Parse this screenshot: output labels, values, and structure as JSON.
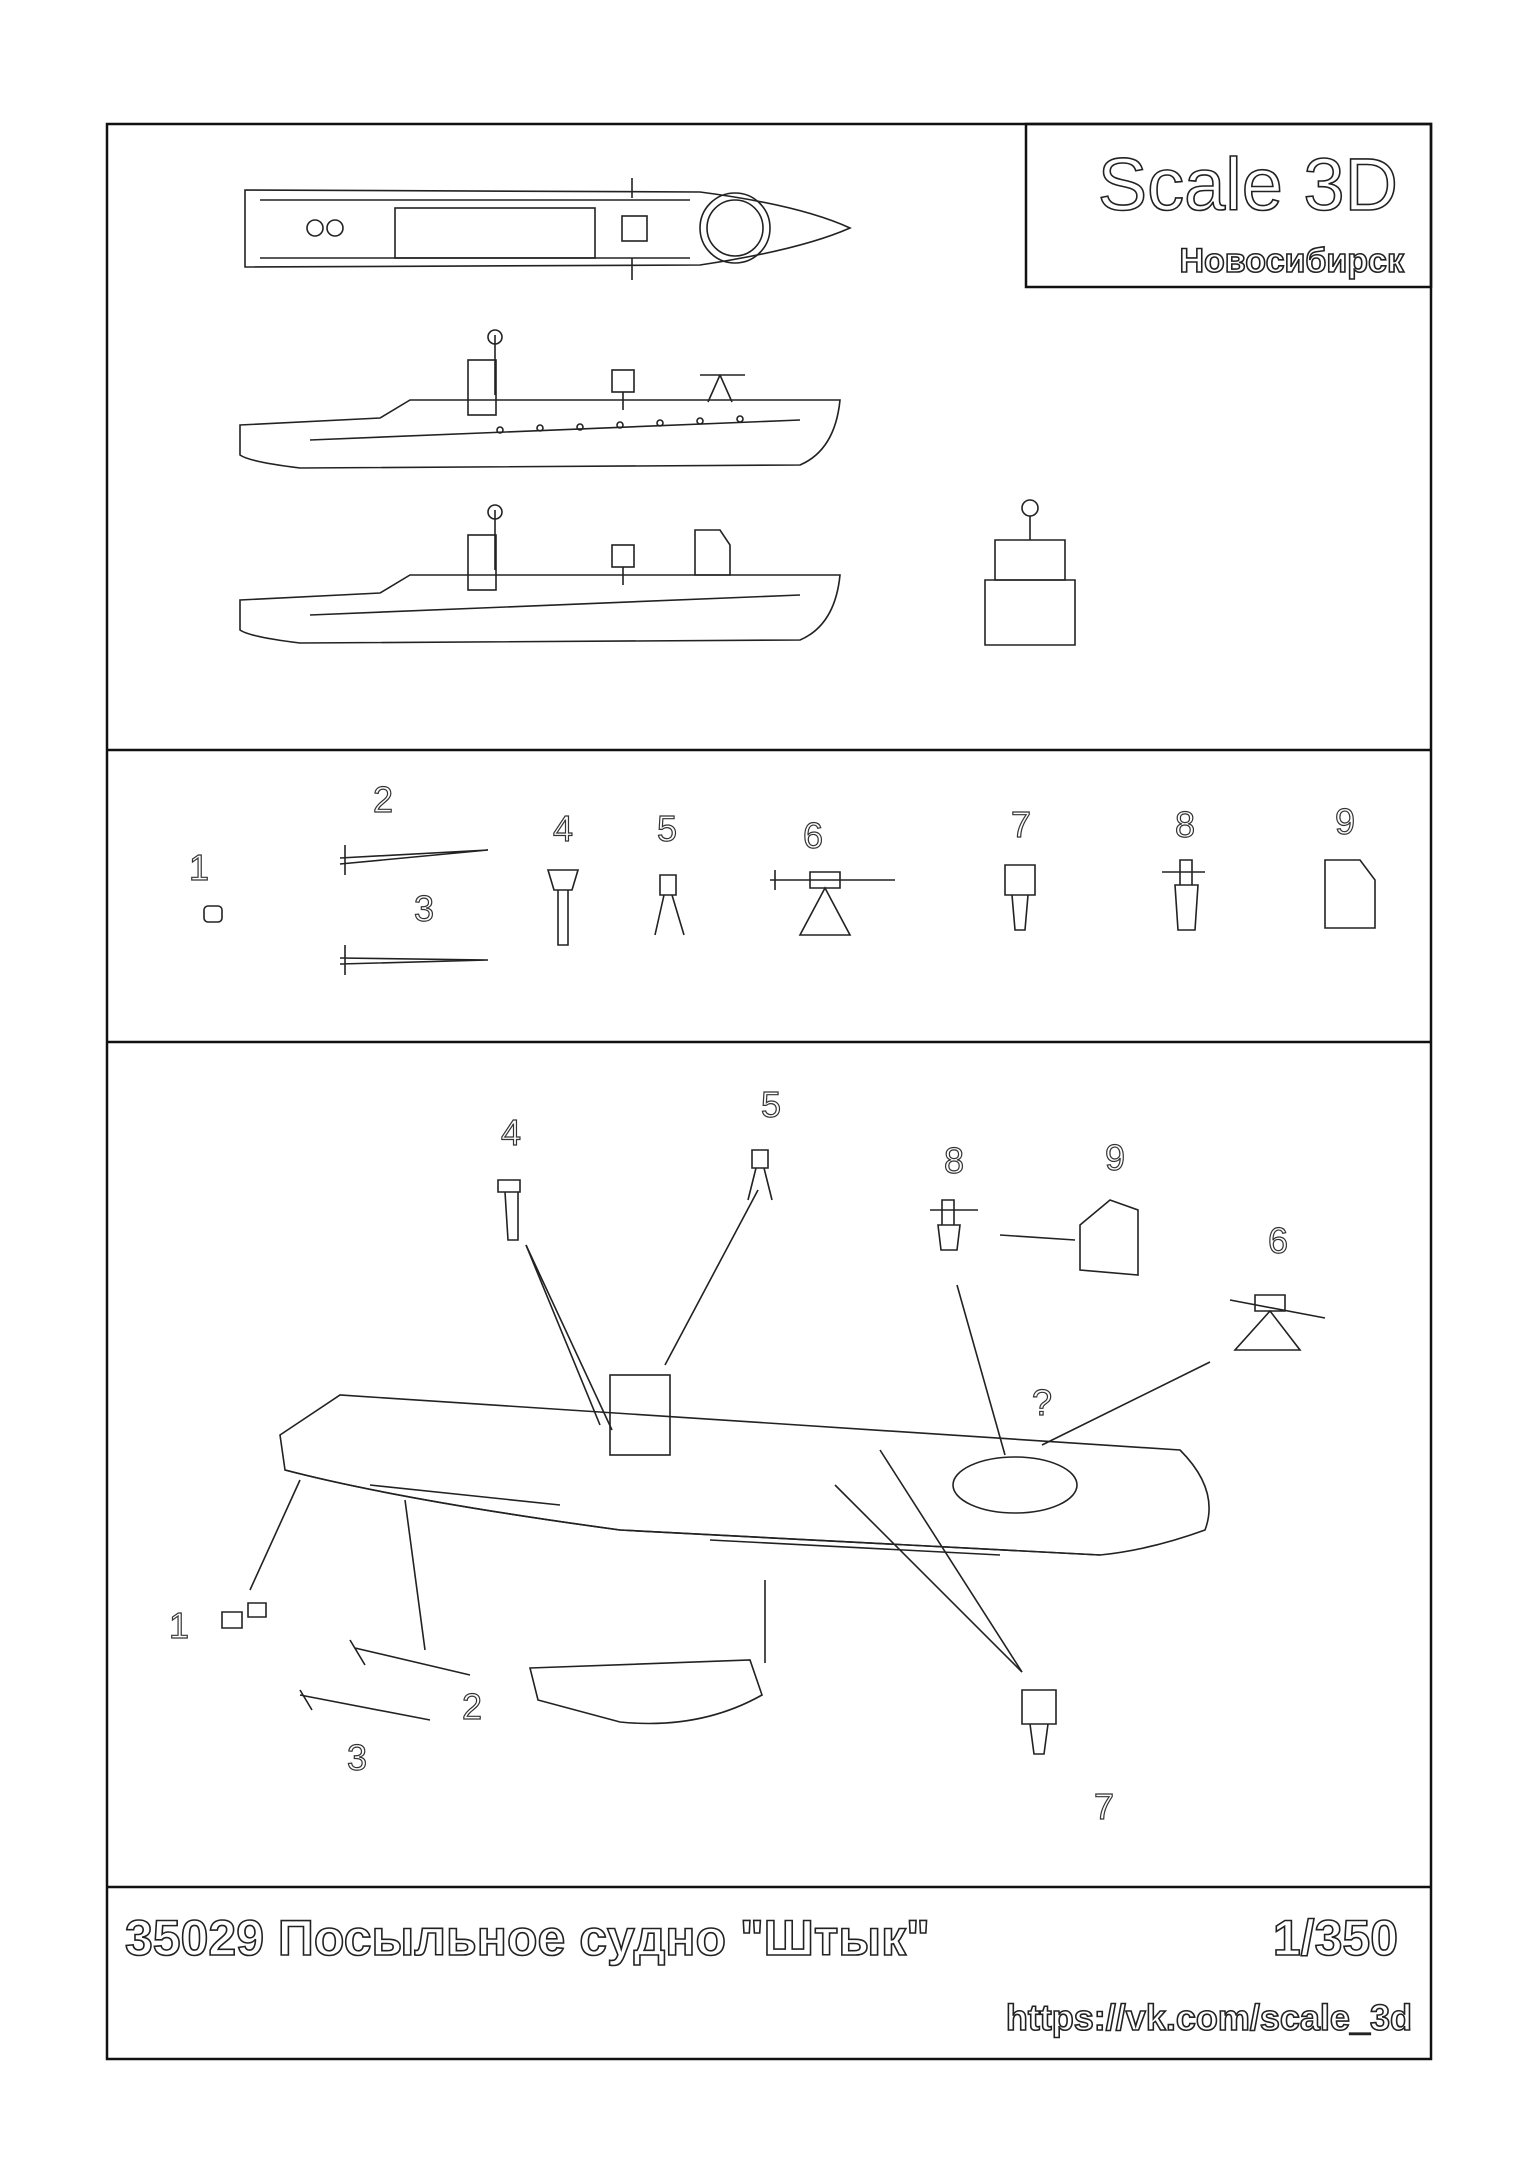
{
  "logo": {
    "brand": "Scale 3D",
    "city": "Новосибирск"
  },
  "parts": {
    "labels": [
      "1",
      "2",
      "3",
      "4",
      "5",
      "6",
      "7",
      "8",
      "9"
    ]
  },
  "assembly": {
    "labels": {
      "p1": "1",
      "p2": "2",
      "p3": "3",
      "p4": "4",
      "p5": "5",
      "p6": "6",
      "p7": "7",
      "p8": "8",
      "p9": "9",
      "unknown": "?"
    }
  },
  "footer": {
    "title": "35029 Посыльное  судно \"Штык\"",
    "scale": "1/350",
    "url": "https://vk.com/scale_3d"
  }
}
